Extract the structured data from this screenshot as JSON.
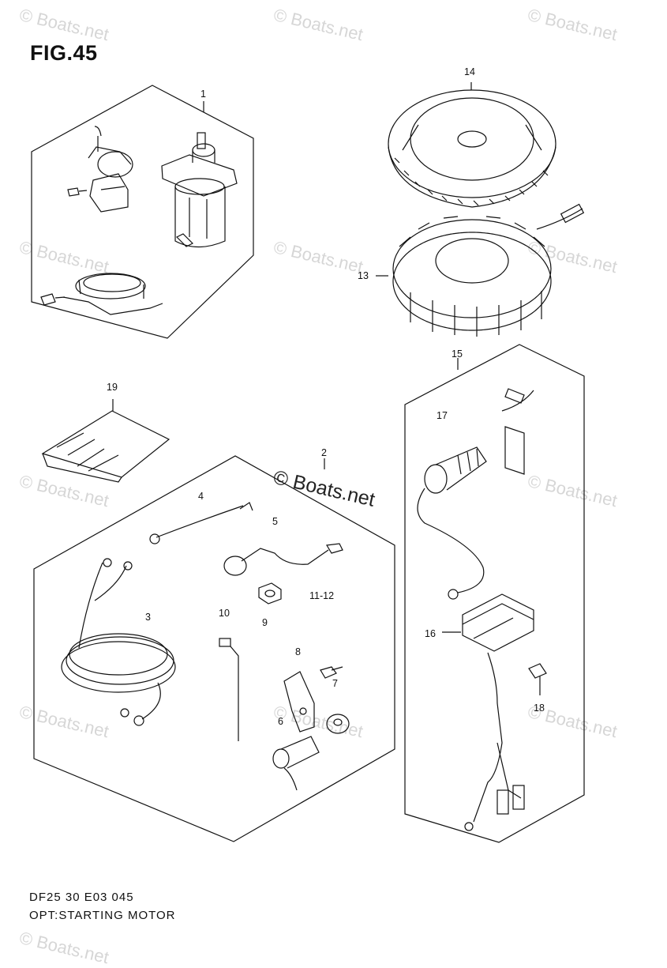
{
  "figure": {
    "title": "FIG.45",
    "code": "DF25 30 E03  045",
    "caption": "OPT:STARTING MOTOR"
  },
  "watermark": {
    "text": "© Boats.net",
    "color": "#d6d6d6"
  },
  "callouts": [
    "1",
    "2",
    "3",
    "4",
    "5",
    "6",
    "7",
    "8",
    "9",
    "10",
    "11-12",
    "13",
    "14",
    "15",
    "16",
    "17",
    "18",
    "19"
  ]
}
